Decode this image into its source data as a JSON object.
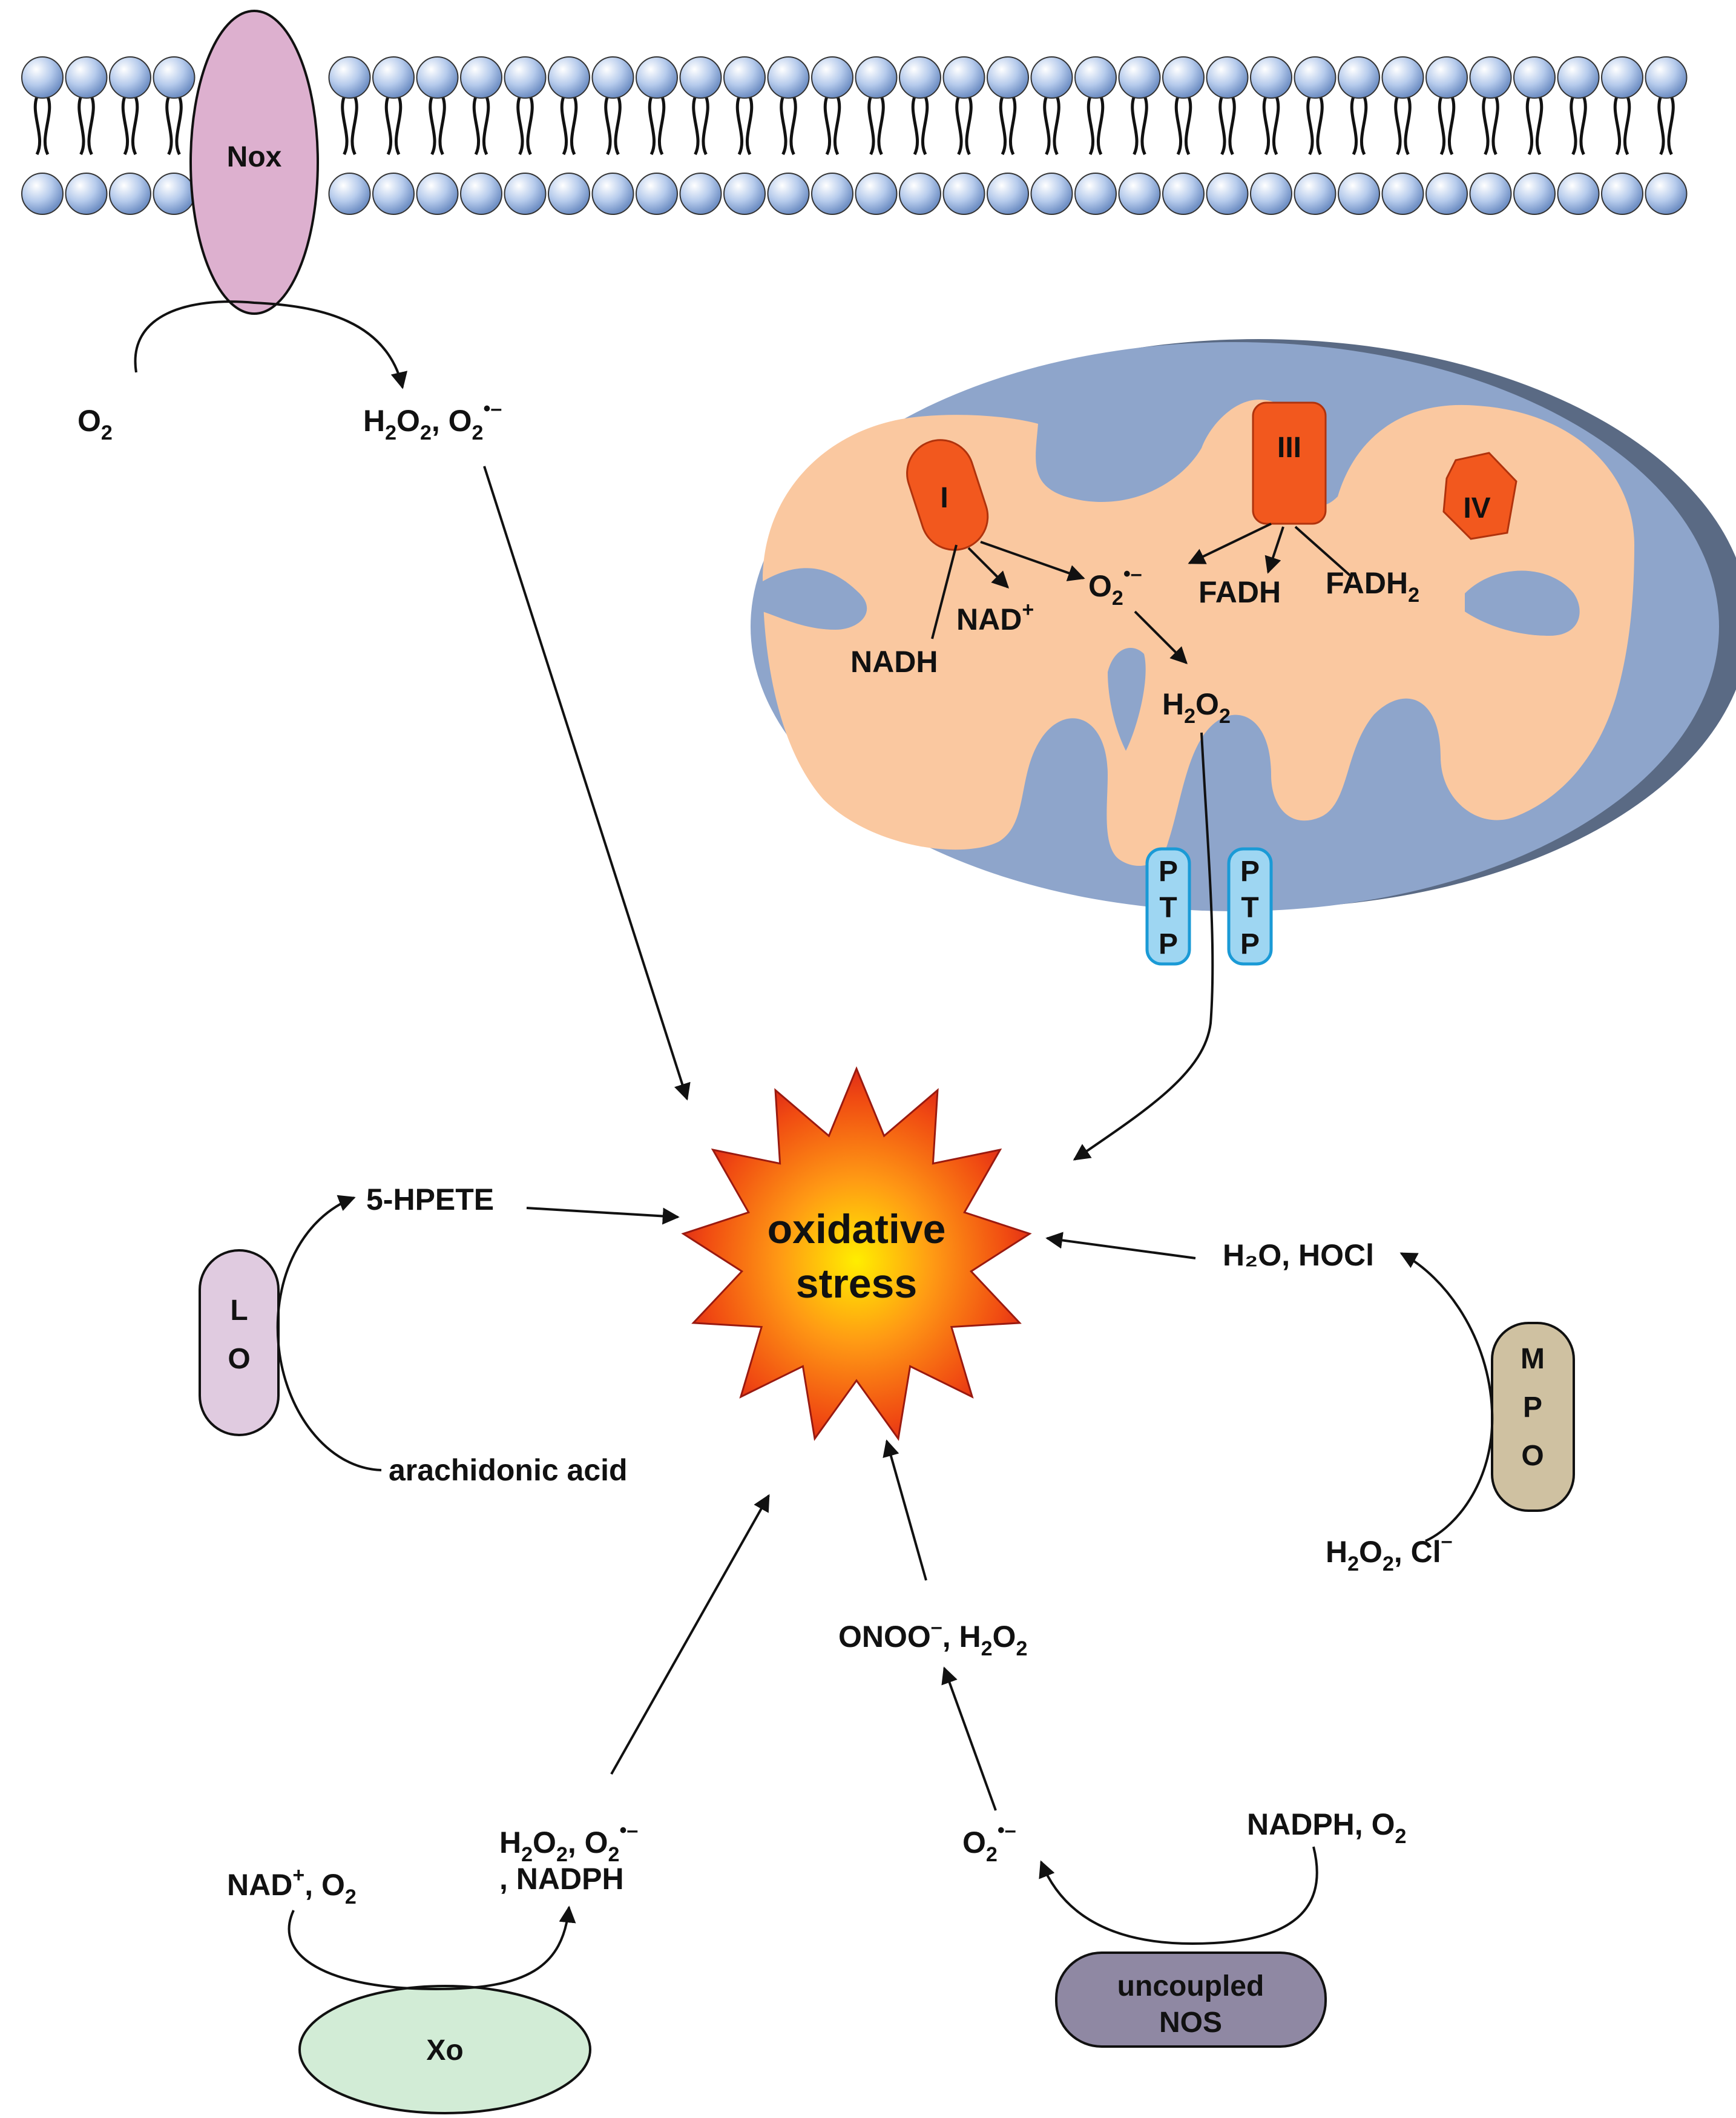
{
  "membrane": {
    "protein": "Nox"
  },
  "nox": {
    "substrate": {
      "main": "O",
      "sub": "2"
    },
    "product": {
      "a": "H",
      "a_sub": "2",
      "b": "O",
      "b_sub": "2",
      "c": ", O",
      "c_sub": "2",
      "c_sup": "•–"
    }
  },
  "mito": {
    "complex_1": "I",
    "complex_3": "III",
    "complex_4": "IV",
    "nadh": "NADH",
    "nad": {
      "main": "NAD",
      "sup": "+"
    },
    "superoxide": {
      "main": "O",
      "sub": "2",
      "sup": "•–"
    },
    "fadh": "FADH",
    "fadh2": {
      "main": "FADH",
      "sub": "2"
    },
    "h2o2": {
      "a": "H",
      "a_sub": "2",
      "b": "O",
      "b_sub": "2"
    },
    "ptp_letters": [
      "P",
      "T",
      "P"
    ]
  },
  "center": {
    "line1": "oxidative",
    "line2": "stress"
  },
  "lo": {
    "letters": [
      "L",
      "O"
    ],
    "product": "5-HPETE",
    "substrate": "arachidonic acid"
  },
  "mpo": {
    "letters": [
      "M",
      "P",
      "O"
    ],
    "product": "H₂O, HOCl",
    "substrate": {
      "a": "H",
      "a_sub": "2",
      "b": "O",
      "b_sub": "2",
      "c": ", Cl",
      "c_sup": "–"
    }
  },
  "xo": {
    "label": "Xo",
    "substrate": {
      "a": "NAD",
      "a_sup": "+",
      "b": ", O",
      "b_sub": "2"
    },
    "product_line1": {
      "a": "H",
      "a_sub": "2",
      "b": "O",
      "b_sub": "2",
      "c": ", O",
      "c_sub": "2",
      "c_sup": "•–"
    },
    "product_line2": ", NADPH"
  },
  "nos": {
    "line1": "uncoupled",
    "line2": "NOS",
    "substrate": {
      "a": "NADPH, O",
      "a_sub": "2"
    },
    "product": {
      "main": "O",
      "sub": "2",
      "sup": "•–"
    },
    "downstream": {
      "a": "ONOO",
      "a_sup": "–",
      "b": ", H",
      "b_sub": "2",
      "c": "O",
      "c_sub": "2"
    }
  },
  "colors": {
    "lipid_head": "#9fb8e0",
    "nox": "#ddb0cf",
    "mito_outer": "#8ea5cb",
    "mito_shadow": "#5a6a84",
    "mito_matrix": "#fac8a0",
    "complex": "#f2581e",
    "ptp": "#9ed6f2",
    "lo": "#e0cbe0",
    "mpo": "#cfc1a1",
    "xo": "#d2ecd6",
    "nos": "#8f88a3"
  }
}
